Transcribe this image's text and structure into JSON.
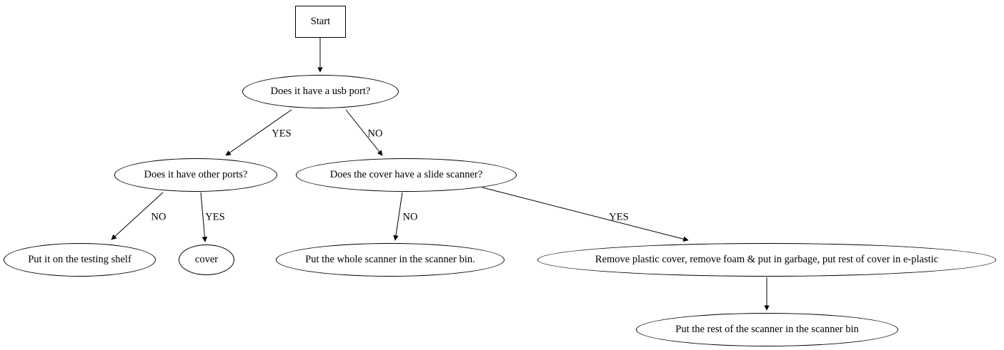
{
  "diagram": {
    "type": "flowchart",
    "nodes": {
      "start": {
        "label": "Start",
        "shape": "rect"
      },
      "usb_port": {
        "label": "Does it have a usb port?",
        "shape": "ellipse"
      },
      "other_ports": {
        "label": "Does it have other ports?",
        "shape": "ellipse"
      },
      "slide_scanner": {
        "label": "Does the cover have a slide scanner?",
        "shape": "ellipse"
      },
      "testing_shelf": {
        "label": "Put it on the testing shelf",
        "shape": "ellipse"
      },
      "cover": {
        "label": "cover",
        "shape": "ellipse"
      },
      "scanner_bin": {
        "label": "Put the whole scanner in the scanner bin.",
        "shape": "ellipse"
      },
      "remove_cover": {
        "label": "Remove plastic cover, remove foam & put in garbage, put rest of cover in e-plastic",
        "shape": "ellipse"
      },
      "rest_scanner": {
        "label": "Put the rest of the scanner in the scanner bin",
        "shape": "ellipse"
      }
    },
    "edges": [
      {
        "from": "start",
        "to": "usb_port",
        "label": ""
      },
      {
        "from": "usb_port",
        "to": "other_ports",
        "label": "YES"
      },
      {
        "from": "usb_port",
        "to": "slide_scanner",
        "label": "NO"
      },
      {
        "from": "other_ports",
        "to": "testing_shelf",
        "label": "NO"
      },
      {
        "from": "other_ports",
        "to": "cover",
        "label": "YES"
      },
      {
        "from": "slide_scanner",
        "to": "scanner_bin",
        "label": "NO"
      },
      {
        "from": "slide_scanner",
        "to": "remove_cover",
        "label": "YES"
      },
      {
        "from": "remove_cover",
        "to": "rest_scanner",
        "label": ""
      }
    ],
    "colors": {
      "stroke": "#000000",
      "text": "#000000",
      "background": "#ffffff"
    }
  }
}
